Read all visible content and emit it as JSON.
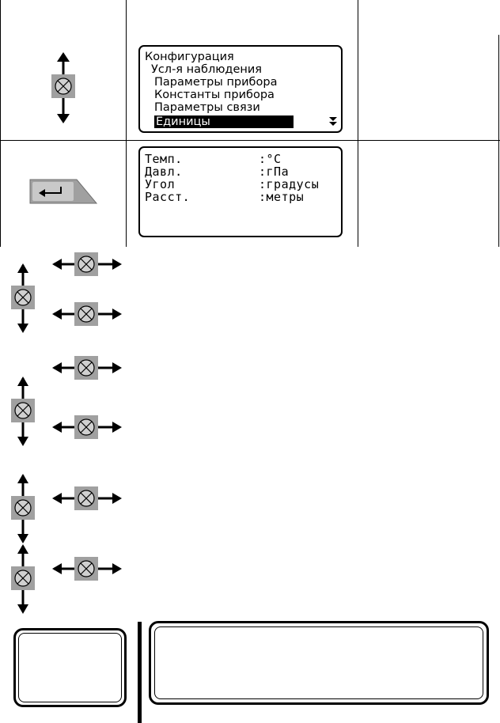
{
  "screen1": {
    "title": "Конфигурация",
    "items": [
      "Усл-я наблюдения",
      "Параметры прибора",
      "Константы прибора",
      "Параметры связи"
    ],
    "selected": "Единицы",
    "scroll_icon": "double-down-arrow-icon"
  },
  "screen2": {
    "rows": [
      {
        "label": "Темп.",
        "value": ":°C"
      },
      {
        "label": "Давл.",
        "value": ":гПа"
      },
      {
        "label": "Угол",
        "value": ":градусы"
      },
      {
        "label": "Расст.",
        "value": ":метры"
      }
    ]
  },
  "icons": {
    "nav_pad": "navigation-pad-icon",
    "enter_key": "enter-key-icon"
  },
  "colors": {
    "key_gray": "#a0a0a0",
    "key_dark": "#6e6e6e"
  }
}
